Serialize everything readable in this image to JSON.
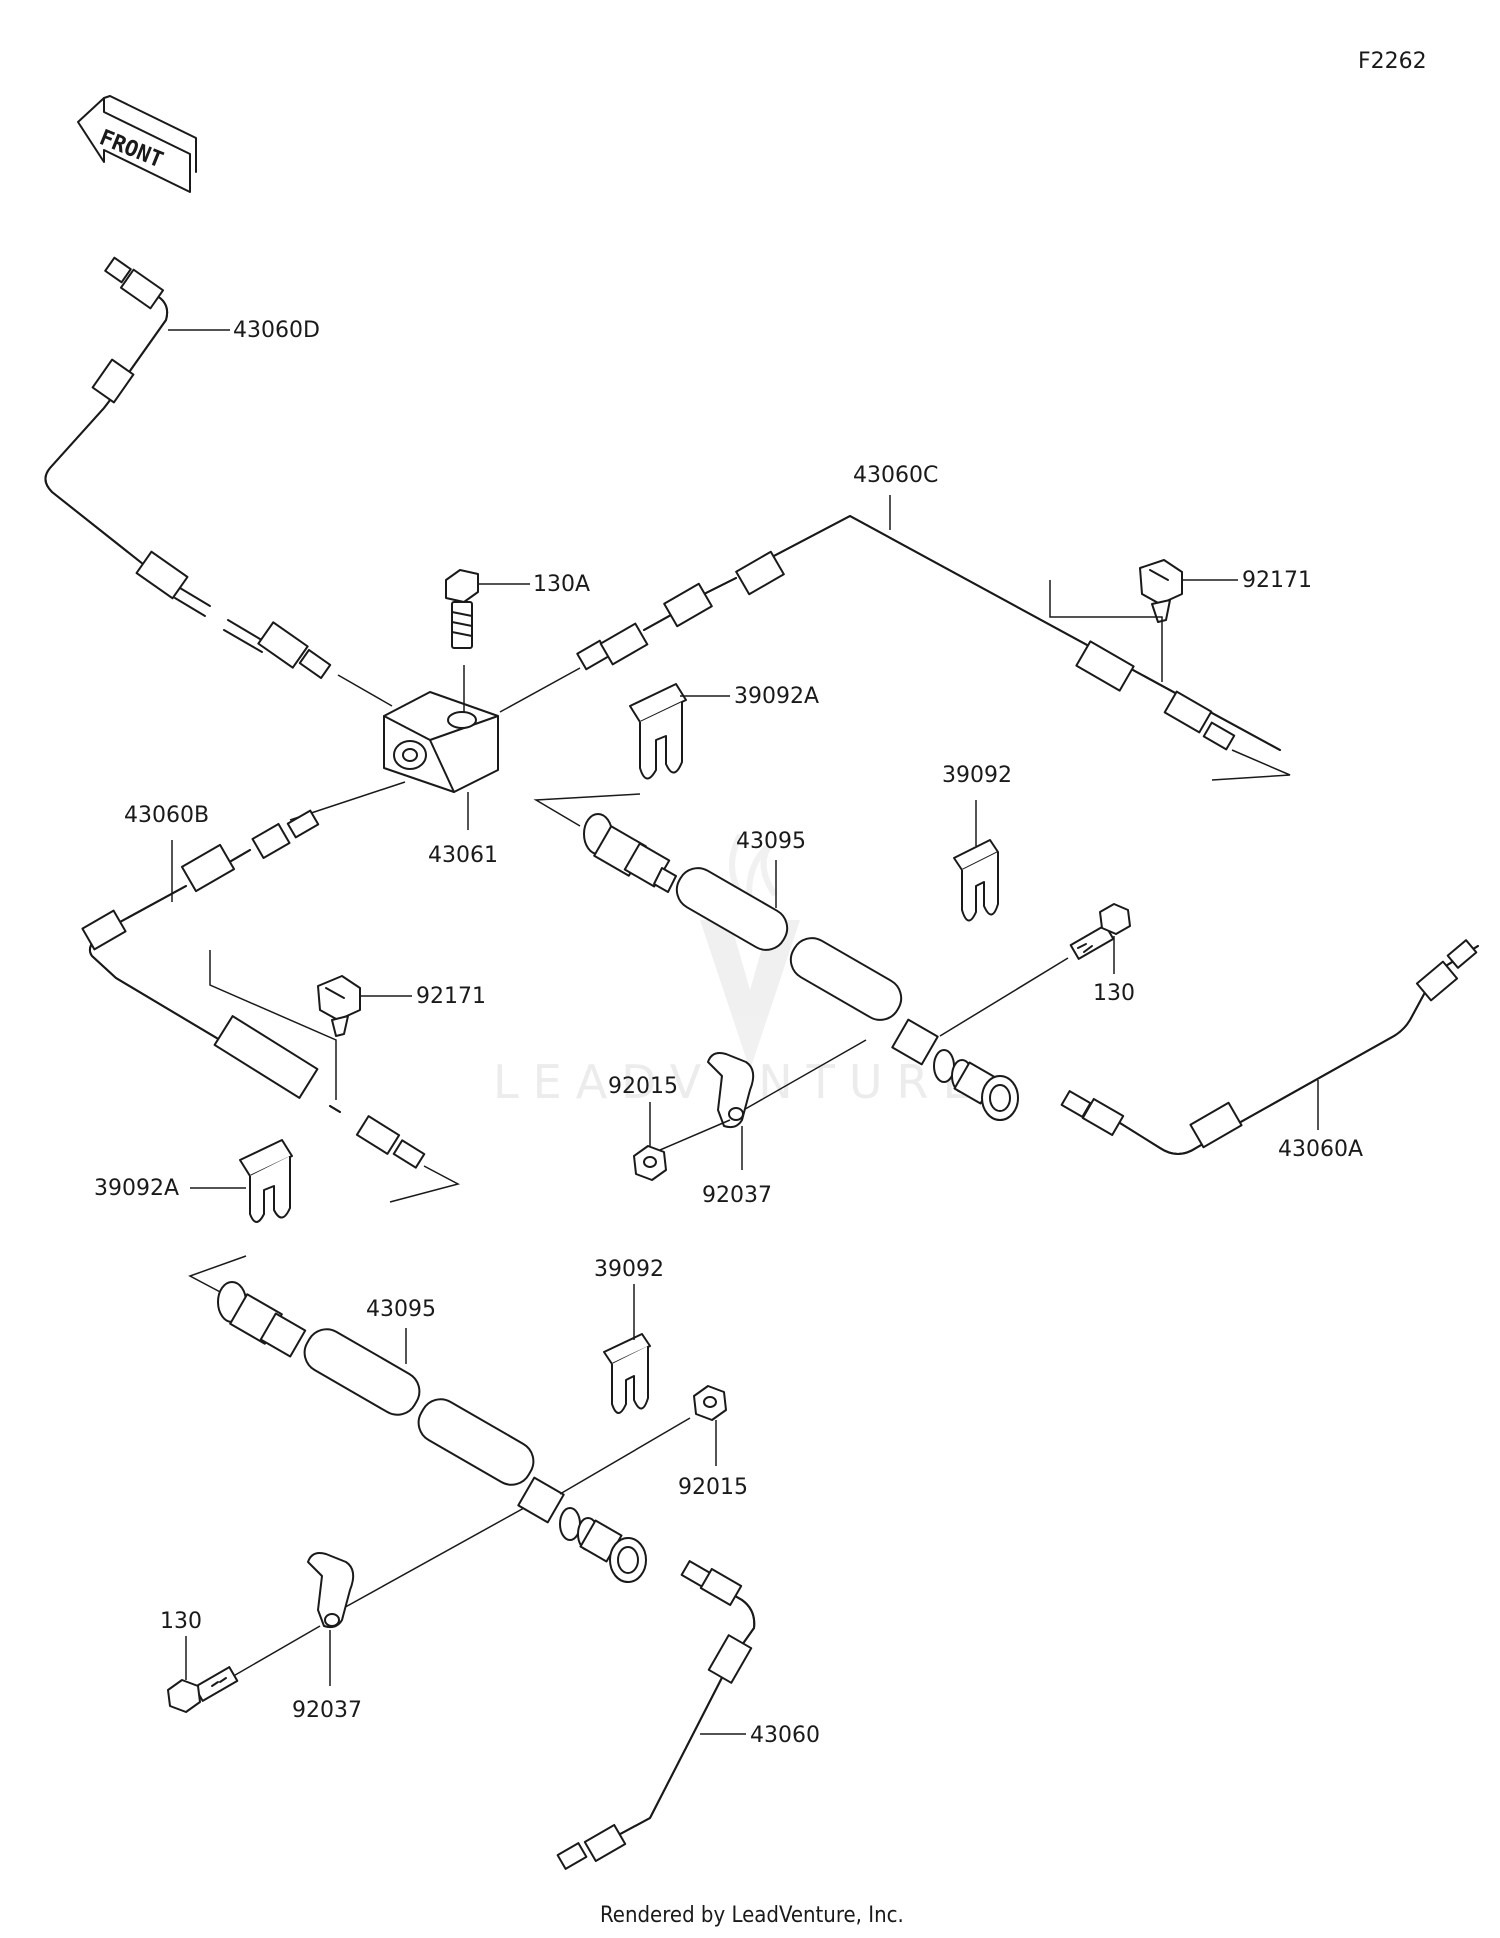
{
  "diagram": {
    "ref": "F2262",
    "front_label": "FRONT",
    "watermark": "LEADVENTURE",
    "footer": "Rendered by LeadVenture, Inc.",
    "labels": {
      "p43060D": "43060D",
      "p43060C": "43060C",
      "p130A": "130A",
      "p92171a": "92171",
      "p39092Aa": "39092A",
      "p39092a": "39092",
      "p43095a": "43095",
      "p43061": "43061",
      "p43060B": "43060B",
      "p92171b": "92171",
      "p130a": "130",
      "p43060A": "43060A",
      "p92015a": "92015",
      "p92037a": "92037",
      "p39092Ab": "39092A",
      "p39092b": "39092",
      "p43095b": "43095",
      "p92015b": "92015",
      "p130b": "130",
      "p92037b": "92037",
      "p43060": "43060"
    }
  }
}
